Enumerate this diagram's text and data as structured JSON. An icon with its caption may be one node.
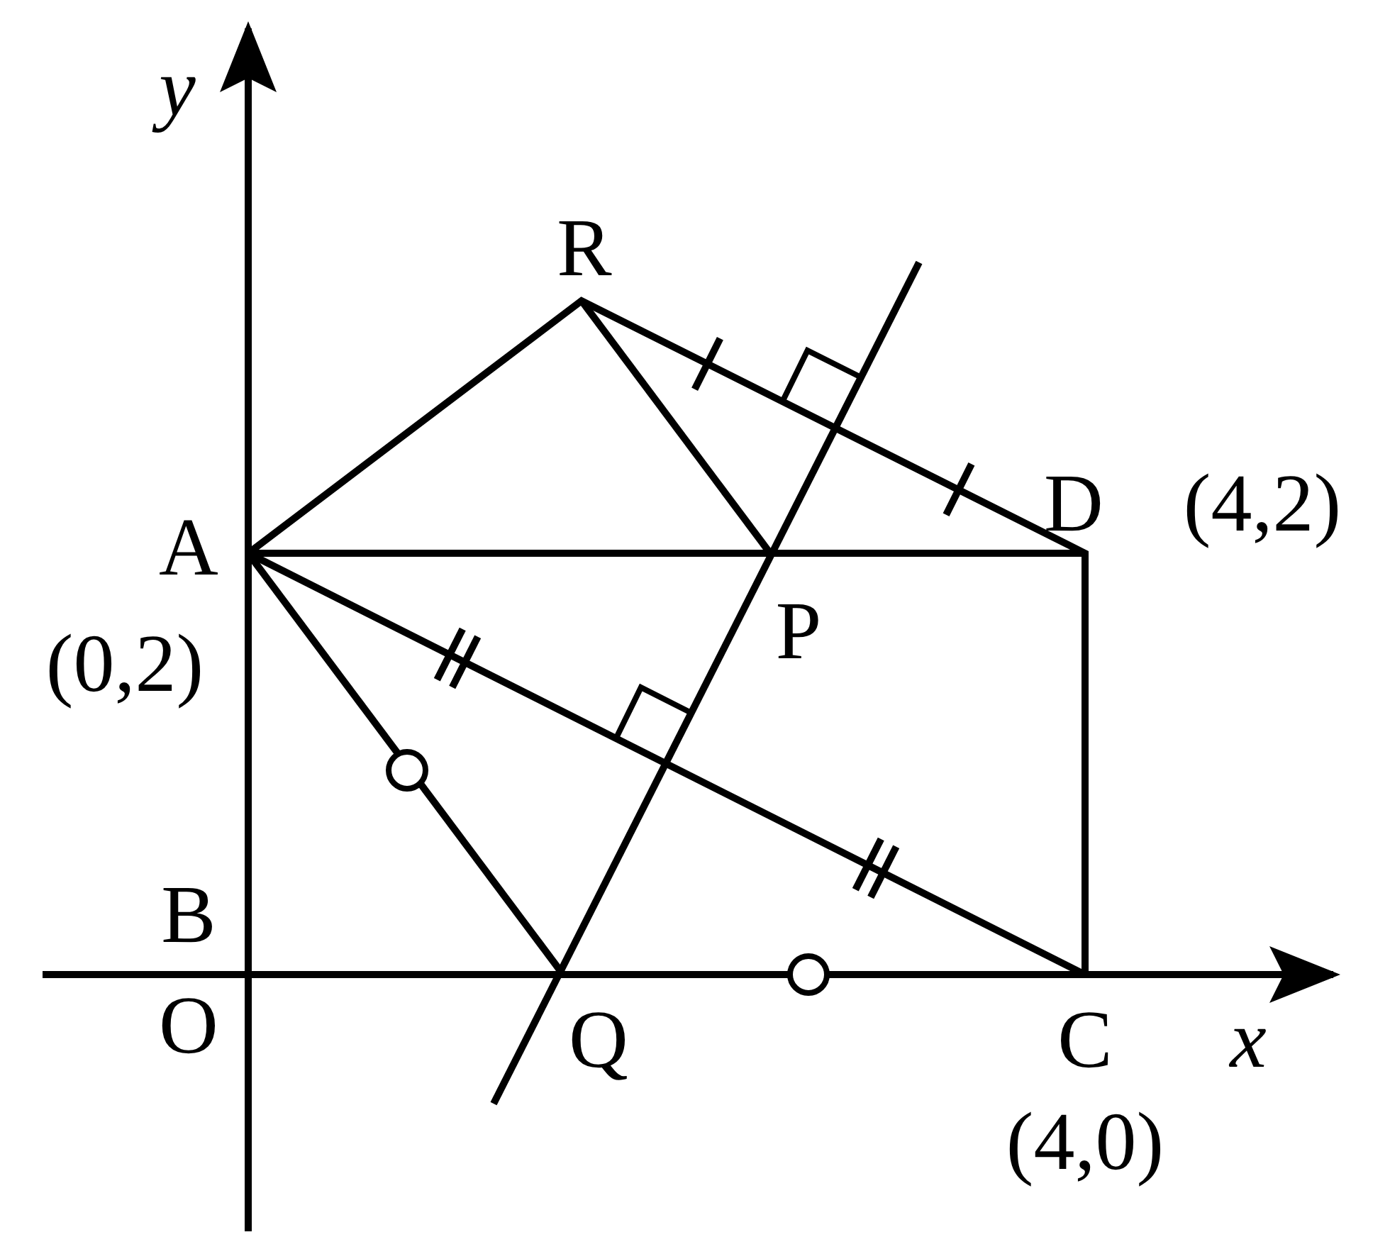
{
  "diagram": {
    "labels": [
      "y",
      "R",
      "A",
      "(0,2)",
      "D",
      "(4,2)",
      "P",
      "B",
      "O",
      "Q",
      "C",
      "x",
      "(4,0)"
    ]
  }
}
